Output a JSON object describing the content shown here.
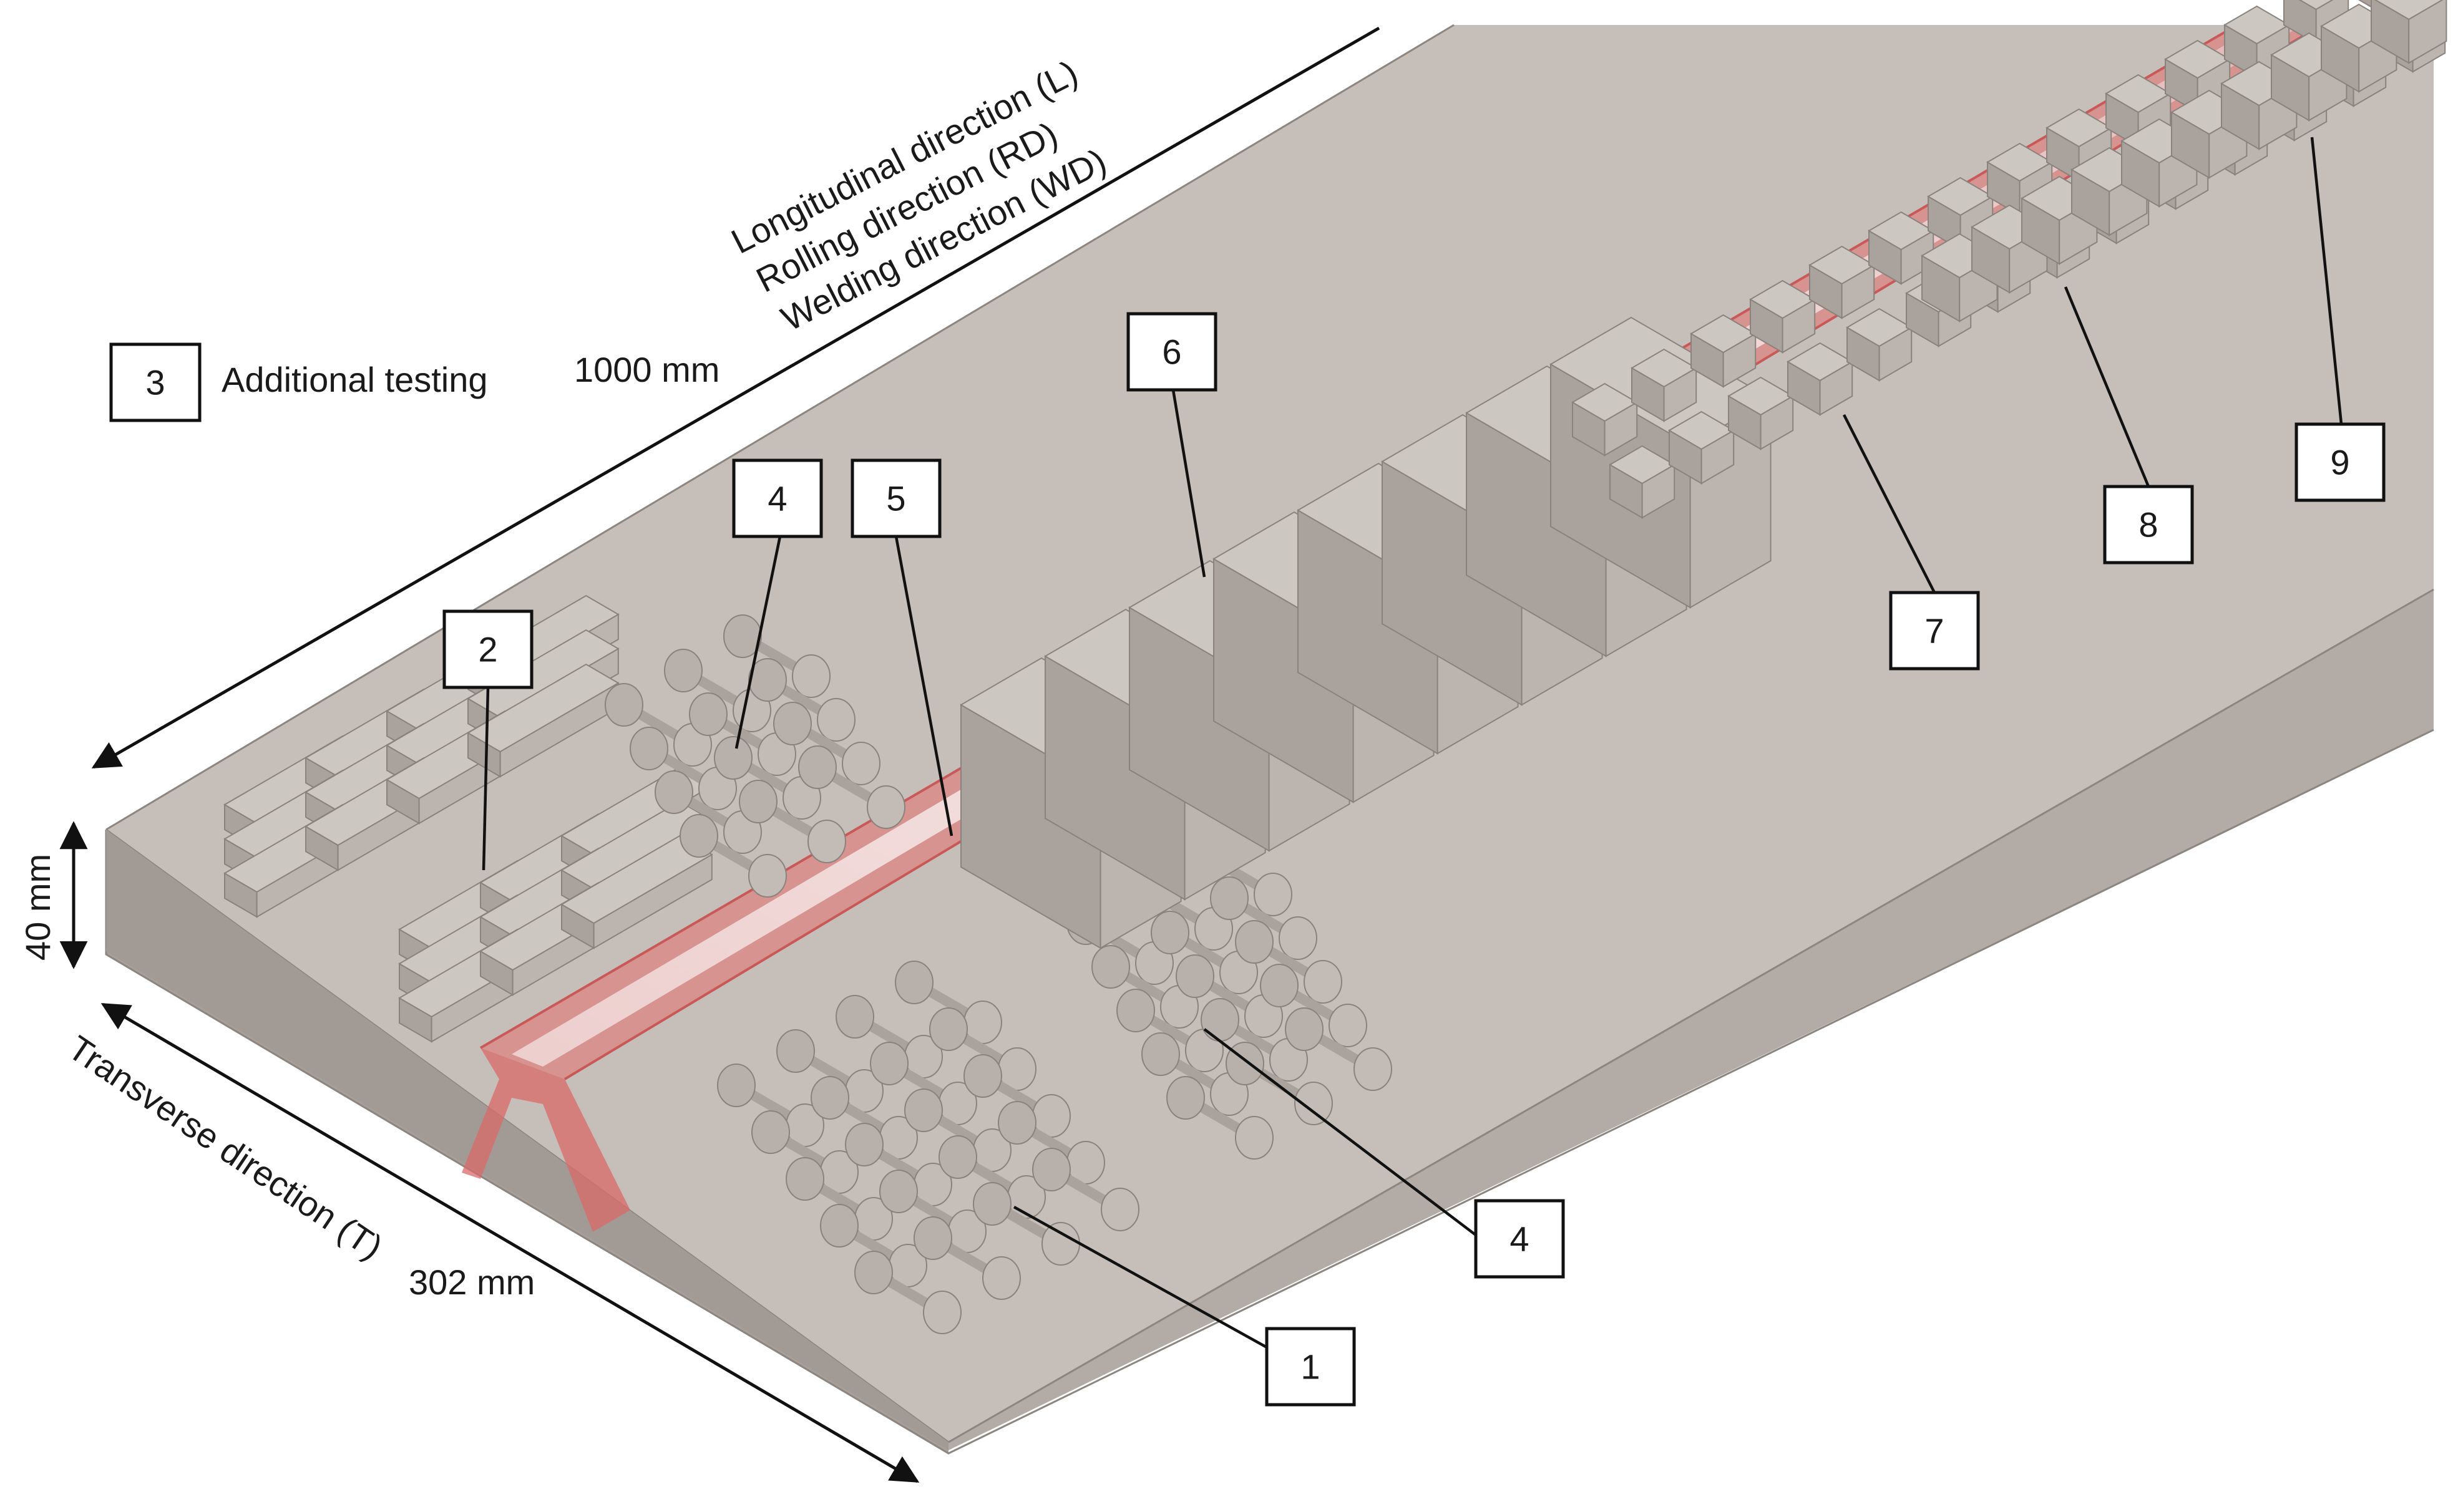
{
  "dimensions": {
    "length": "1000 mm",
    "width": "302 mm",
    "thickness": "40 mm"
  },
  "directions": {
    "longitudinal": "Longitudinal direction (L)",
    "rolling": "Rolling direction (RD)",
    "welding": "Welding direction (WD)",
    "transverse": "Transverse direction (T)"
  },
  "legend": {
    "number": "3",
    "text": "Additional testing"
  },
  "callouts": [
    "1",
    "2",
    "4",
    "4",
    "5",
    "6",
    "7",
    "8",
    "9"
  ],
  "colors": {
    "plate_top": "#c6bfb9",
    "plate_front": "#a29a94",
    "plate_side": "#b3aba5",
    "weld": "#e46f6f",
    "specimen": "#cdc7c1"
  }
}
